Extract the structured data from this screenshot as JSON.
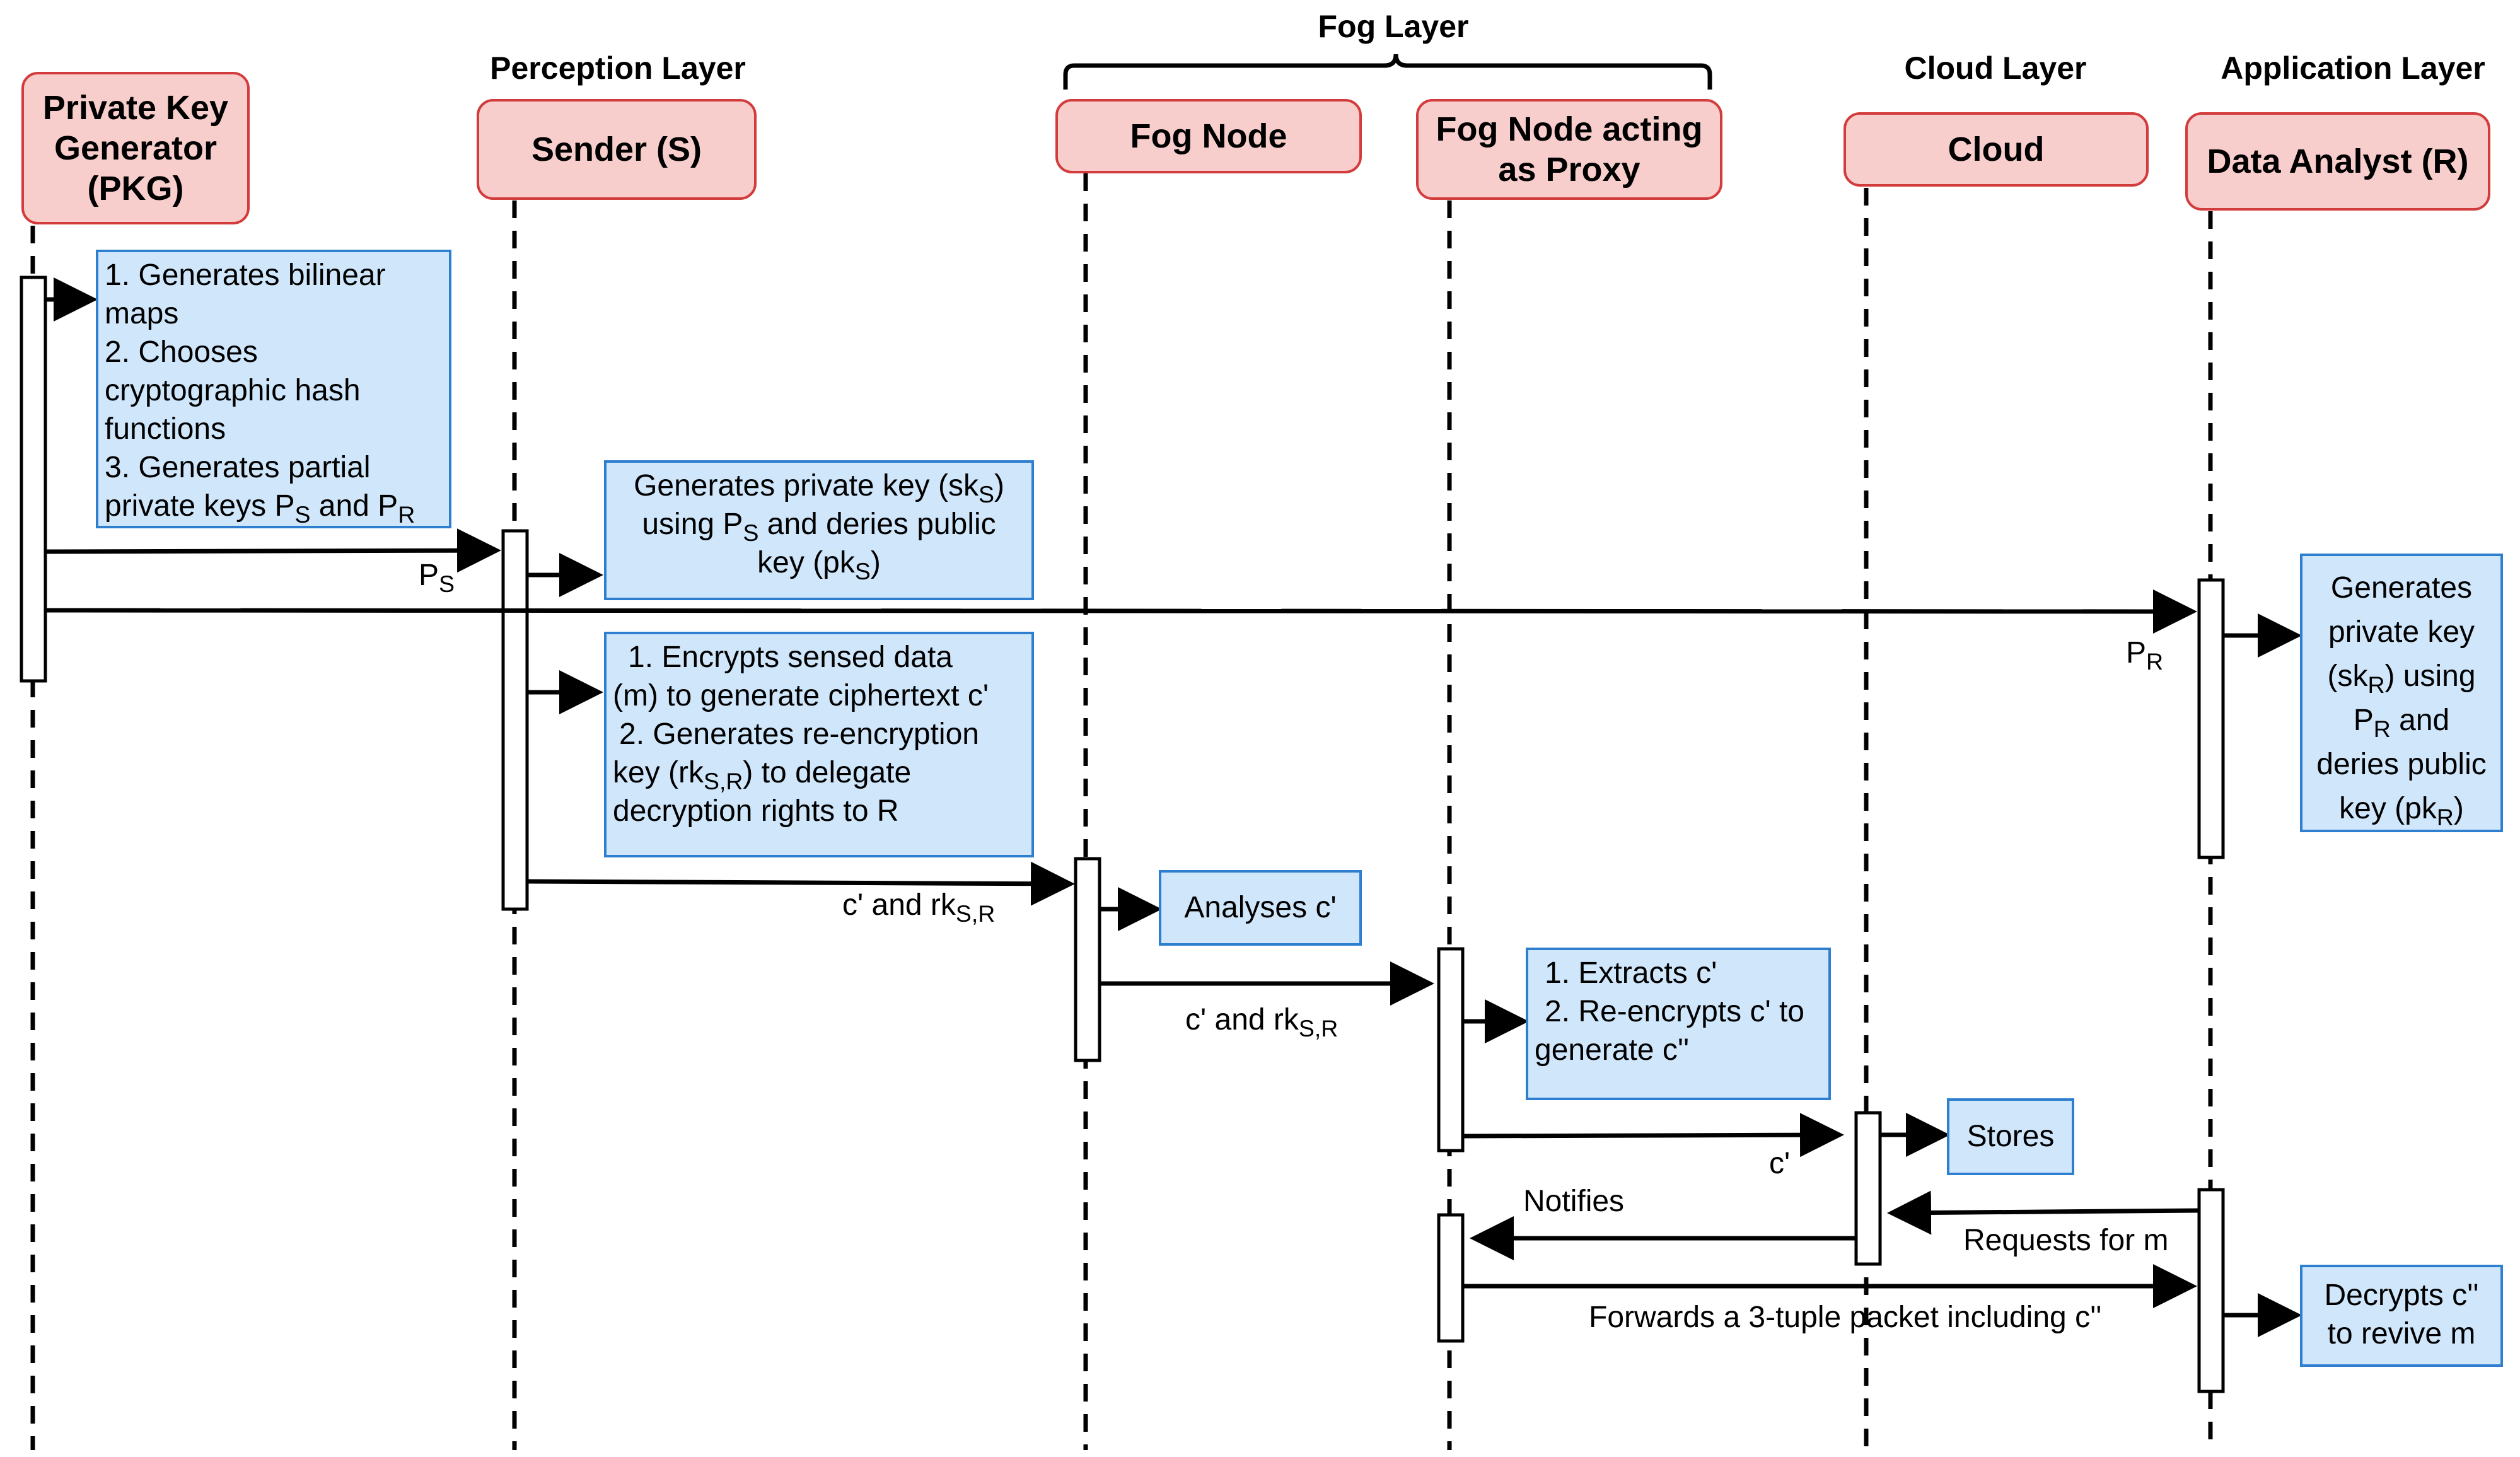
{
  "layers": {
    "fog": "Fog Layer",
    "perception": "Perception Layer",
    "cloud": "Cloud Layer",
    "application": "Application Layer"
  },
  "actors": {
    "pkg": "Private Key\nGenerator\n(PKG)",
    "sender": "Sender (S)",
    "fog_node": "Fog Node",
    "fog_proxy": "Fog Node acting\nas Proxy",
    "cloud": "Cloud",
    "analyst": "Data Analyst (R)"
  },
  "notes": {
    "pkg_l1": "1. Generates bilinear",
    "pkg_l2": "maps",
    "pkg_l3": "2. Chooses",
    "pkg_l4": "cryptographic hash",
    "pkg_l5": "functions",
    "pkg_l6": "3. Generates partial",
    "pkg_l7_a": "private keys P",
    "pkg_l7_sub1": "S",
    "pkg_l7_b": " and P",
    "pkg_l7_sub2": "R",
    "snd1_l1_a": "Generates private key (sk",
    "snd1_l1_sub": "S",
    "snd1_l1_b": ")",
    "snd1_l2_a": "using P",
    "snd1_l2_sub": "S",
    "snd1_l2_b": " and deries public",
    "snd1_l3_a": "key (pk",
    "snd1_l3_sub": "S",
    "snd1_l3_b": ")",
    "snd2_l1": "1. Encrypts sensed data",
    "snd2_l2": "(m) to generate ciphertext c'",
    "snd2_l3": "2. Generates re-encryption",
    "snd2_l4_a": "key (rk",
    "snd2_l4_sub": "S,R",
    "snd2_l4_b": ") to delegate",
    "snd2_l5": "decryption rights to R",
    "fog": "Analyses c'",
    "proxy_l1": "1. Extracts c'",
    "proxy_l2": "2. Re-encrypts c' to",
    "proxy_l3": "generate c''",
    "cloud": "Stores",
    "an1_l1": "Generates",
    "an1_l2": "private key",
    "an1_l3_a": "(sk",
    "an1_l3_sub": "R",
    "an1_l3_b": ") using",
    "an1_l4_a": "P",
    "an1_l4_sub": "R",
    "an1_l4_b": " and",
    "an1_l5": "deries public",
    "an1_l6_a": "key (pk",
    "an1_l6_sub": "R",
    "an1_l6_b": ")",
    "an2_l1": "Decrypts c''",
    "an2_l2": "to revive m"
  },
  "messages": {
    "ps": "P",
    "ps_sub": "S",
    "pr": "P",
    "pr_sub": "R",
    "c_rk1_a": "c' and rk",
    "c_rk1_sub": "S,R",
    "c_rk2_a": "c' and rk",
    "c_rk2_sub": "S,R",
    "c_prime": "c'",
    "notifies": "Notifies",
    "requests": "Requests for m",
    "forwards": "Forwards a 3-tuple packet including c''"
  }
}
